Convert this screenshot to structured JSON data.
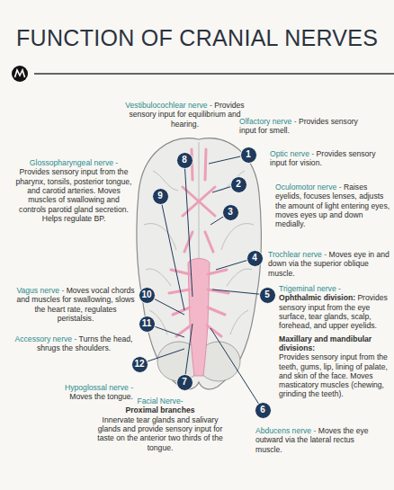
{
  "diagram": {
    "title": "FUNCTION OF CRANIAL NERVES",
    "nodes": [
      {
        "text": [
          "1"
        ]
      },
      {
        "text": [
          "2"
        ]
      },
      {
        "text": [
          "3"
        ]
      },
      {
        "text": [
          "4"
        ]
      },
      {
        "text": [
          "5"
        ]
      },
      {
        "text": [
          "6"
        ]
      },
      {
        "text": [
          "7"
        ]
      },
      {
        "text": [
          "8"
        ]
      },
      {
        "text": [
          "9"
        ]
      },
      {
        "text": [
          "10"
        ]
      },
      {
        "text": [
          "11"
        ]
      },
      {
        "text": [
          "12"
        ]
      }
    ],
    "labels": [
      "Vestibulocochlear nerve -",
      "Provides sensory input for equilibrium and hearing.",
      "Olfactory nerve -",
      "Provides sensory input for smell.",
      "Optic nerve -",
      "Provides sensory input for vision.",
      "Glossopharyngeal nerve -",
      "Provides sensory input from the pharynx, tonsils, posterior tongue, and carotid arteries. Moves muscles of swallowing and controls parotid gland secretion. Helps regulate BP.",
      "Oculomotor nerve -",
      "Raises eyelids, focuses lenses, adjusts the amount of light entering eyes, moves eyes up and down medially.",
      "Trochlear nerve -",
      "Moves eye in and down via the superior oblique muscle.",
      "Vagus nerve -",
      "Moves vocal chords and muscles for swallowing, slows the heart rate, regulates peristalsis.",
      "Trigeminal nerve -",
      "Ophthalmic division:",
      "Provides sensory input from the eye surface, tear glands, scalp, forehead, and upper eyelids.",
      "Maxillary and mandibular divisions:",
      "Provides sensory input from the teeth, gums, lip, lining of palate, and skin of the face. Moves masticatory muscles (chewing, grinding the teeth).",
      "Accessory nerve -",
      "Turns the head, shrugs the shoulders.",
      "Hypoglossal nerve -",
      "Moves the tongue.",
      "Facial Nerve-",
      "Proximal branches",
      "Innervate tear glands and salivary glands and provide sensory input for taste on the anterior two thirds of the tongue.",
      "Abducens nerve -",
      "Moves the eye outward via the lateral rectus muscle."
    ]
  }
}
